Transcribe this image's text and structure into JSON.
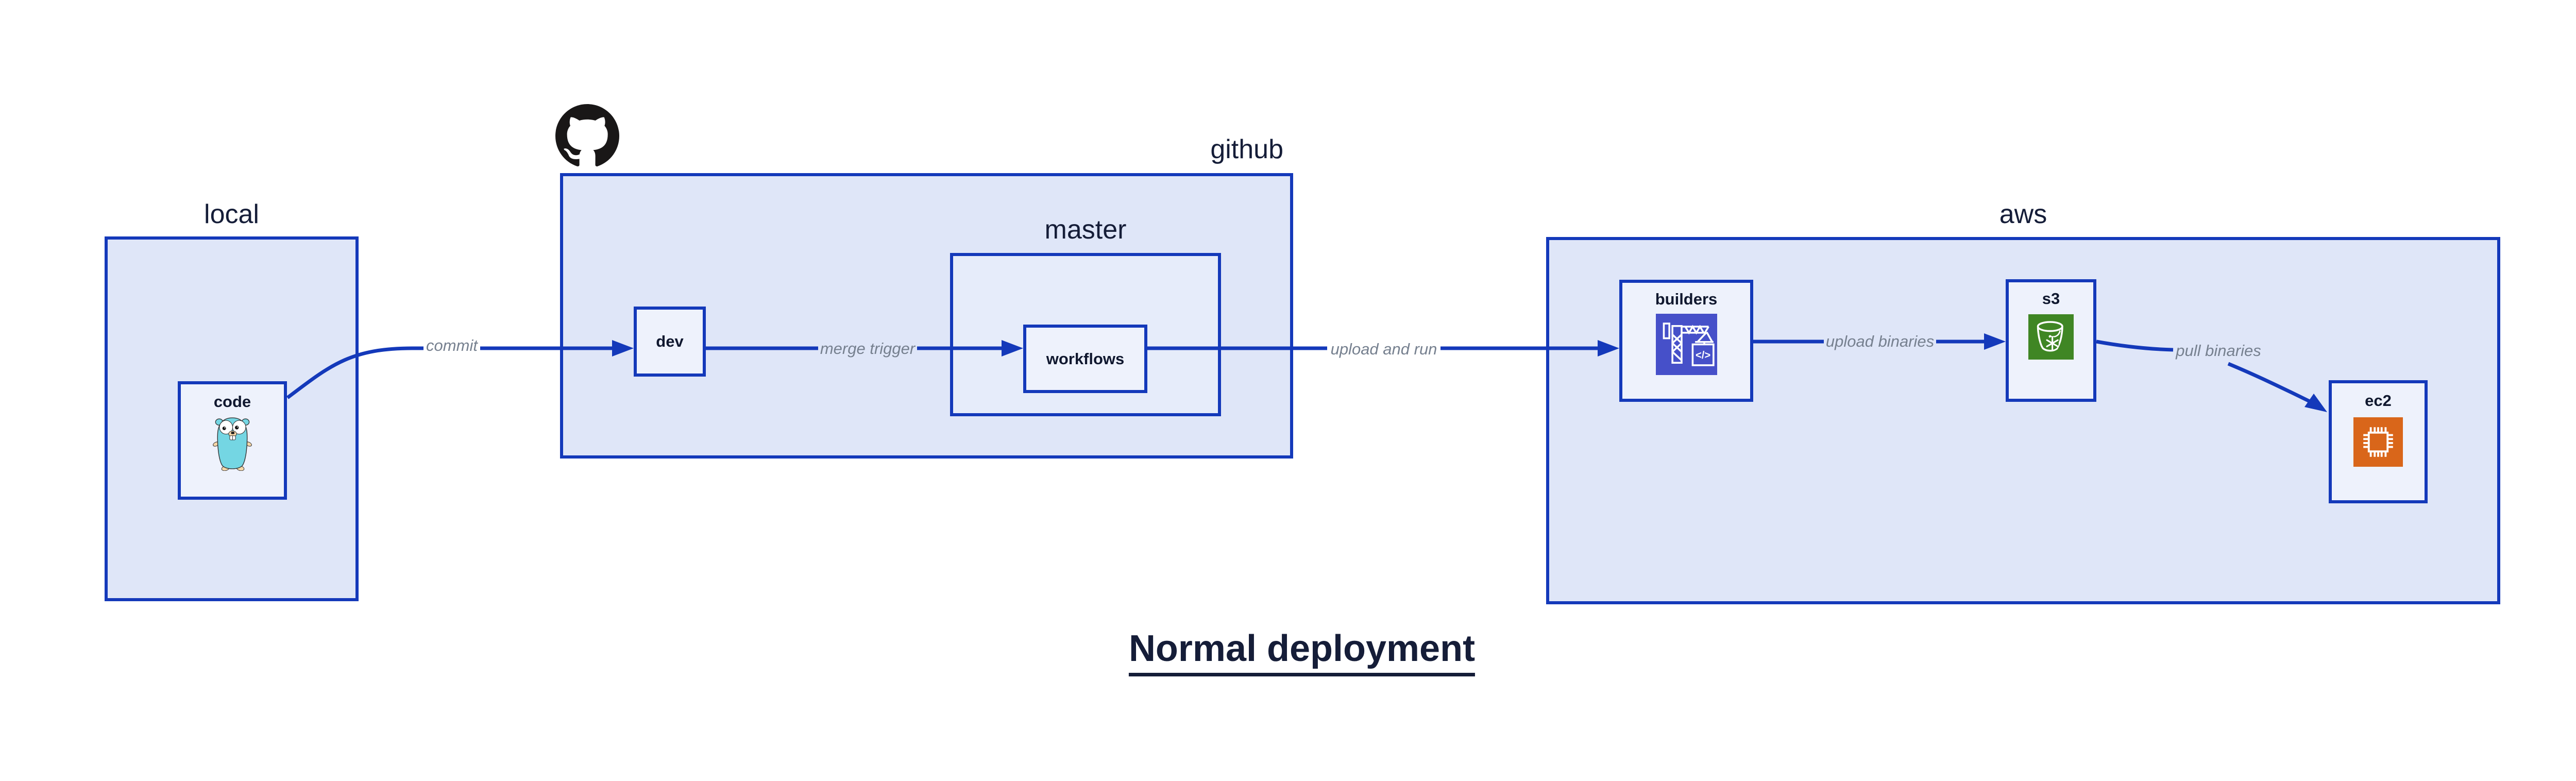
{
  "diagram": {
    "title": "Normal deployment",
    "groups": {
      "local": {
        "label": "local"
      },
      "github": {
        "label": "github"
      },
      "master": {
        "label": "master"
      },
      "aws": {
        "label": "aws"
      }
    },
    "nodes": {
      "code": {
        "label": "code",
        "icon": "go-gopher-icon"
      },
      "dev": {
        "label": "dev"
      },
      "workflows": {
        "label": "workflows"
      },
      "builders": {
        "label": "builders",
        "icon": "codebuild-crane-icon"
      },
      "s3": {
        "label": "s3",
        "icon": "s3-glacier-bucket-icon"
      },
      "ec2": {
        "label": "ec2",
        "icon": "ec2-chip-icon"
      }
    },
    "edges": {
      "commit": {
        "label": "commit",
        "from": "code",
        "to": "dev"
      },
      "merge_trigger": {
        "label": "merge trigger",
        "from": "dev",
        "to": "workflows"
      },
      "upload_and_run": {
        "label": "upload and run",
        "from": "workflows",
        "to": "builders"
      },
      "upload_binaries": {
        "label": "upload binaries",
        "from": "builders",
        "to": "s3"
      },
      "pull_binaries": {
        "label": "pull binaries",
        "from": "s3",
        "to": "ec2"
      }
    },
    "colors": {
      "stroke_blue": "#1439ba",
      "group_fill": "#dfe6f8",
      "node_fill": "#eef2fc",
      "label_navy": "#10182f",
      "edge_label_gray": "#76808f",
      "codebuild_purple": "#4650c9",
      "s3_green": "#3f8624",
      "ec2_orange": "#d9661a",
      "github_black": "#191717",
      "gopher_teal": "#74d6e3"
    }
  }
}
